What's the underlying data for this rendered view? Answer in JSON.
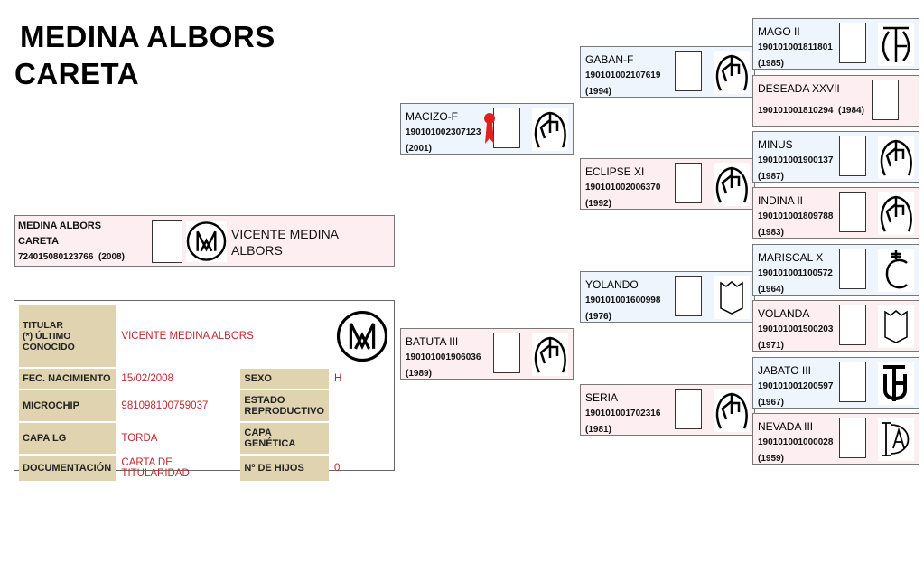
{
  "header": {
    "line1": "MEDINA ALBORS",
    "line2": "CARETA"
  },
  "subject": {
    "name1": "MEDINA ALBORS",
    "name2": "CARETA",
    "reg": "724015080123766",
    "year": "(2008)",
    "owner": "VICENTE MEDINA ALBORS",
    "brand": "m-circle"
  },
  "info": {
    "titular_label": "TITULAR\n(*) ÚLTIMO\nCONOCIDO",
    "titular": "VICENTE MEDINA ALBORS",
    "fec_label": "FEC. NACIMIENTO",
    "fec": "15/02/2008",
    "sexo_label": "SEXO",
    "sexo": "H",
    "microchip_label": "MICROCHIP",
    "microchip": "981098100759037",
    "estado_label": "ESTADO REPRODUCTIVO",
    "estado": "",
    "capa_label": "CAPA LG",
    "capa": "TORDA",
    "capagen_label": "CAPA GENÉTICA",
    "capagen": "",
    "doc_label": "DOCUMENTACIÓN",
    "doc": "CARTA DE TITULARIDAD",
    "hijos_label": "Nº DE HIJOS",
    "hijos": "0"
  },
  "pedigree": [
    {
      "name": "MACIZO-F",
      "reg": "190101002307123",
      "year": "(2001)",
      "sex": "m",
      "brand": "kf",
      "award": true
    },
    {
      "name": "BATUTA III",
      "reg": "190101001906036",
      "year": "(1989)",
      "sex": "f",
      "brand": "kf"
    },
    {
      "name": "GABAN-F",
      "reg": "190101002107619",
      "year": "(1994)",
      "sex": "m",
      "brand": "kf"
    },
    {
      "name": "ECLIPSE XI",
      "reg": "190101002006370",
      "year": "(1992)",
      "sex": "f",
      "brand": "kf"
    },
    {
      "name": "YOLANDO",
      "reg": "190101001600998",
      "year": "(1976)",
      "sex": "m",
      "brand": "shield"
    },
    {
      "name": "SERIA",
      "reg": "190101001702316",
      "year": "(1981)",
      "sex": "f",
      "brand": "kf"
    },
    {
      "name": "MAGO II",
      "reg": "190101001811801",
      "year": "(1985)",
      "sex": "m",
      "brand": "th"
    },
    {
      "name": "DESEADA XXVII",
      "reg": "190101001810294",
      "year": "(1984)",
      "sex": "f",
      "brand": "",
      "inline": true
    },
    {
      "name": "MINUS",
      "reg": "190101001900137",
      "year": "(1987)",
      "sex": "m",
      "brand": "kf"
    },
    {
      "name": "INDINA II",
      "reg": "190101001809788",
      "year": "(1983)",
      "sex": "f",
      "brand": "kf"
    },
    {
      "name": "MARISCAL X",
      "reg": "190101001100572",
      "year": "(1964)",
      "sex": "m",
      "brand": "c-cross"
    },
    {
      "name": "VOLANDA",
      "reg": "190101001500203",
      "year": "(1971)",
      "sex": "f",
      "brand": "shield"
    },
    {
      "name": "JABATO III",
      "reg": "190101001200597",
      "year": "(1967)",
      "sex": "m",
      "brand": "tf"
    },
    {
      "name": "NEVADA III",
      "reg": "190101001000028",
      "year": "(1959)",
      "sex": "f",
      "brand": "da"
    }
  ]
}
